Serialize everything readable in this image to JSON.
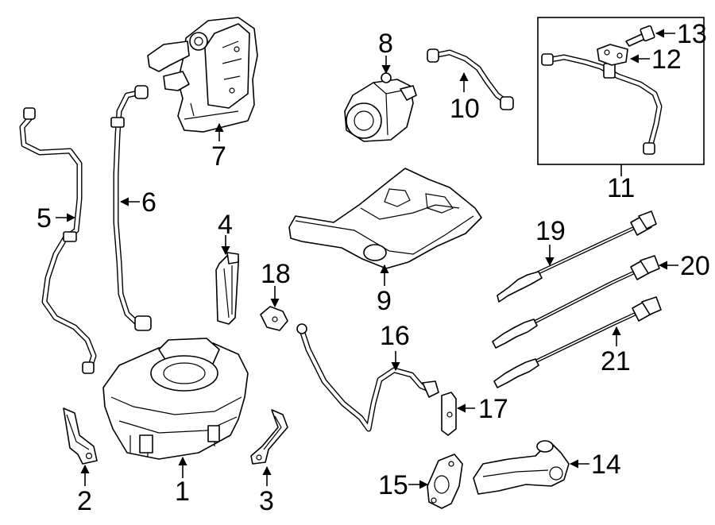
{
  "callouts": {
    "c1": "1",
    "c2": "2",
    "c3": "3",
    "c4": "4",
    "c5": "5",
    "c6": "6",
    "c7": "7",
    "c8": "8",
    "c9": "9",
    "c10": "10",
    "c11": "11",
    "c12": "12",
    "c13": "13",
    "c14": "14",
    "c15": "15",
    "c16": "16",
    "c17": "17",
    "c18": "18",
    "c19": "19",
    "c20": "20",
    "c21": "21"
  },
  "colors": {
    "line": "#000000",
    "background": "#ffffff"
  }
}
